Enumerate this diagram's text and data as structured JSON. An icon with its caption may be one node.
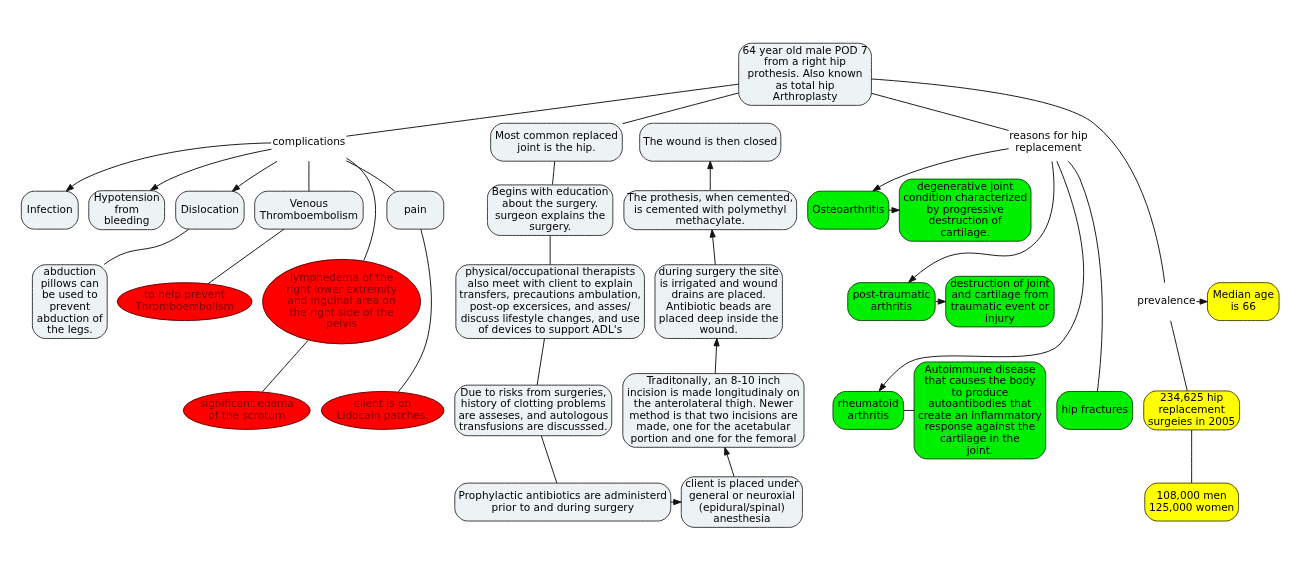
{
  "diagram": {
    "nodes": [
      {
        "text": [
          "64 year old male POD 7 from a right hip prothesis. Also known as total hip Arthroplasty"
        ]
      },
      {
        "text": [
          "complications"
        ]
      },
      {
        "text": [
          "Infection"
        ]
      },
      {
        "text": [
          "Hypotension from bleeding"
        ]
      },
      {
        "text": [
          "Dislocation"
        ]
      },
      {
        "text": [
          "Venous Thromboembolism"
        ]
      },
      {
        "text": [
          "pain"
        ]
      },
      {
        "text": [
          "to help prevent Thromboembolism"
        ]
      },
      {
        "text": [
          "abduction pillows can be used to prevent abduction of the legs."
        ]
      },
      {
        "text": [
          "lymphedema of the right lower extremity and inguinal area on the right side of the pelvis"
        ]
      },
      {
        "text": [
          "significant edema of the scrotum"
        ]
      },
      {
        "text": [
          "client is on Lidocain patches."
        ]
      },
      {
        "text": [
          "Most common replaced joint is the hip."
        ]
      },
      {
        "text": [
          "Begins with education about the surgery. surgeon explains the surgery."
        ]
      },
      {
        "text": [
          "physical/occupational therapists also meet with client to explain transfers, precautions ambulation, post-op excersices, and asses/ discuss lifestyle changes, and use of devices to support ADL's"
        ]
      },
      {
        "text": [
          "Due to risks from surgeries, history of clotting problems are asseses, and autologous transfusions are discusssed."
        ]
      },
      {
        "text": [
          "Prophylactic antibiotics are administerd prior to and during surgery"
        ]
      },
      {
        "text": [
          "client is placed under general or neuroxial (epidural/spinal) anesthesia"
        ]
      },
      {
        "text": [
          "Traditonally, an 8-10 inch incision is made longitudinaly on the anterolateral thigh. Newer method is that two incisions are made, one for the acetabular portion and one for the femoral"
        ]
      },
      {
        "text": [
          "during surgery the site is irrigated and wound drains are placed. Antibiotic beads are placed deep inside the wound."
        ]
      },
      {
        "text": [
          "The prothesis, when cemented, is cemented with polymethyl methacylate."
        ]
      },
      {
        "text": [
          "The wound is then closed"
        ]
      },
      {
        "text": [
          "reasons for hip replacement"
        ]
      },
      {
        "text": [
          "Osteoarthritis"
        ]
      },
      {
        "text": [
          "degenerative joint condition characterized by progressive destruction of cartilage."
        ]
      },
      {
        "text": [
          "post-traumatic arthritis"
        ]
      },
      {
        "text": [
          "destruction of joint and cartilage from traumatic event or injury"
        ]
      },
      {
        "text": [
          "rheumatoid arthritis"
        ]
      },
      {
        "text": [
          "Autoimmune disease that causes the body to produce autoantibodies that create an inflammatory response against the cartilage in the joint."
        ]
      },
      {
        "text": [
          "hip fractures"
        ]
      },
      {
        "text": [
          "prevalence"
        ]
      },
      {
        "text": [
          "Median age is 66"
        ]
      },
      {
        "text": [
          "234,625 hip replacement surgeies in 2005"
        ]
      },
      {
        "text": [
          "108,000 men 125,000 women"
        ]
      }
    ],
    "edges": [
      {
        "from": 0,
        "to": 1,
        "arrow": "none"
      },
      {
        "from": 1,
        "to": 2,
        "arrow": "to"
      },
      {
        "from": 1,
        "to": 3,
        "arrow": "to"
      },
      {
        "from": 1,
        "to": 4,
        "arrow": "to"
      },
      {
        "from": 1,
        "to": 5,
        "arrow": "none"
      },
      {
        "from": 1,
        "to": 9,
        "arrow": "none"
      },
      {
        "from": 1,
        "to": 6,
        "arrow": "none"
      },
      {
        "from": 5,
        "to": 7,
        "arrow": "none"
      },
      {
        "from": 4,
        "to": 8,
        "arrow": "none"
      },
      {
        "from": 9,
        "to": 10,
        "arrow": "none"
      },
      {
        "from": 6,
        "to": 11,
        "arrow": "none"
      },
      {
        "from": 0,
        "to": 12,
        "arrow": "none"
      },
      {
        "from": 12,
        "to": 13,
        "arrow": "none"
      },
      {
        "from": 13,
        "to": 14,
        "arrow": "none"
      },
      {
        "from": 14,
        "to": 15,
        "arrow": "none"
      },
      {
        "from": 15,
        "to": 16,
        "arrow": "none"
      },
      {
        "from": 16,
        "to": 17,
        "arrow": "to"
      },
      {
        "from": 17,
        "to": 18,
        "arrow": "to"
      },
      {
        "from": 18,
        "to": 19,
        "arrow": "to"
      },
      {
        "from": 19,
        "to": 20,
        "arrow": "to"
      },
      {
        "from": 20,
        "to": 21,
        "arrow": "to"
      },
      {
        "from": 0,
        "to": 22,
        "arrow": "none"
      },
      {
        "from": 22,
        "to": 23,
        "arrow": "to"
      },
      {
        "from": 22,
        "to": 25,
        "arrow": "to"
      },
      {
        "from": 22,
        "to": 27,
        "arrow": "to"
      },
      {
        "from": 22,
        "to": 29,
        "arrow": "none"
      },
      {
        "from": 23,
        "to": 24,
        "arrow": "to"
      },
      {
        "from": 25,
        "to": 26,
        "arrow": "to"
      },
      {
        "from": 27,
        "to": 28,
        "arrow": "none"
      },
      {
        "from": 0,
        "to": 30,
        "arrow": "none"
      },
      {
        "from": 30,
        "to": 31,
        "arrow": "to"
      },
      {
        "from": 30,
        "to": 32,
        "arrow": "none"
      },
      {
        "from": 32,
        "to": 33,
        "arrow": "none"
      }
    ]
  }
}
